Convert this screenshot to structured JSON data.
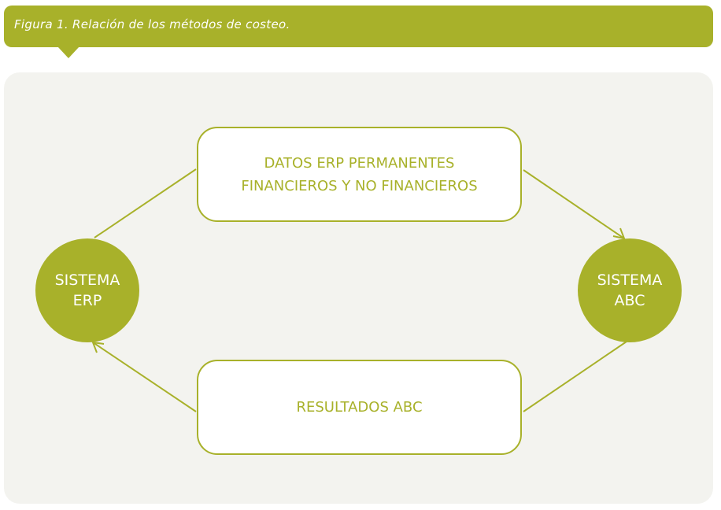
{
  "header": {
    "title": "Figura 1. Relación de los métodos de costeo."
  },
  "diagram": {
    "top_box": {
      "line1": "DATOS ERP PERMANENTES",
      "line2": "FINANCIEROS Y NO FINANCIEROS"
    },
    "bottom_box": {
      "label": "RESULTADOS ABC"
    },
    "left_circle": {
      "line1": "SISTEMA",
      "line2": "ERP"
    },
    "right_circle": {
      "line1": "SISTEMA",
      "line2": "ABC"
    }
  },
  "colors": {
    "accent": "#a8b12a",
    "panel": "#f3f3ef"
  }
}
